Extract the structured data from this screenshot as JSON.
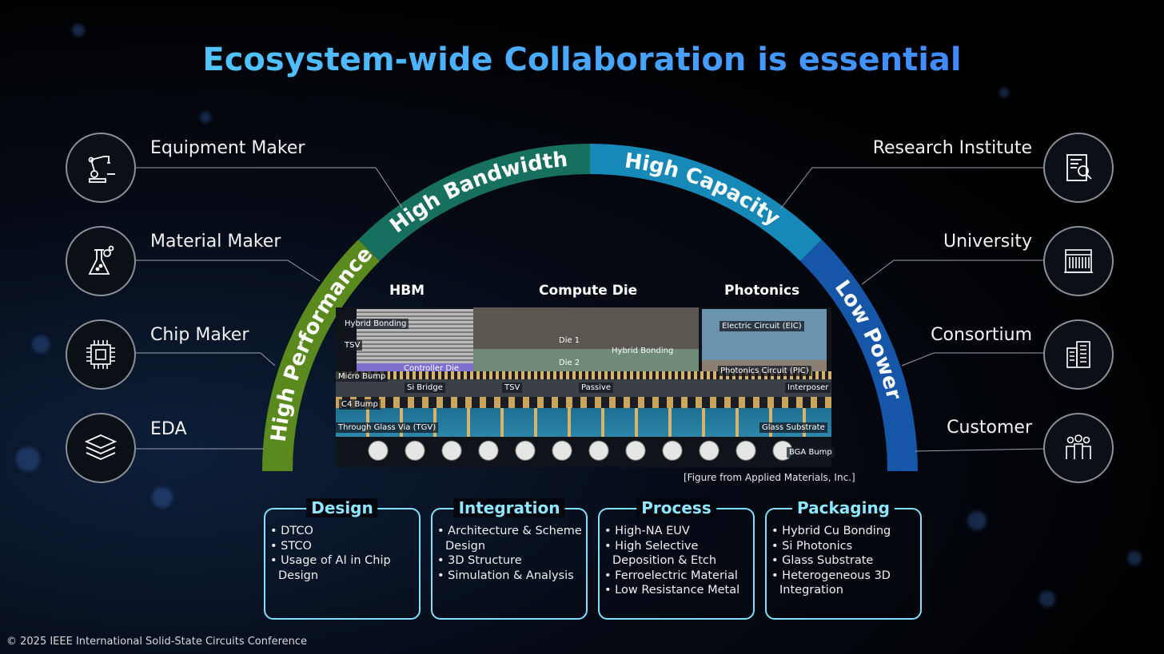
{
  "title": "Ecosystem-wide Collaboration is essential",
  "left_items": [
    {
      "label": "Equipment Maker",
      "icon": "robot-arm-icon"
    },
    {
      "label": "Material Maker",
      "icon": "flask-icon"
    },
    {
      "label": "Chip Maker",
      "icon": "chip-icon"
    },
    {
      "label": "EDA",
      "icon": "layers-icon"
    }
  ],
  "right_items": [
    {
      "label": "Research Institute",
      "icon": "document-search-icon"
    },
    {
      "label": "University",
      "icon": "university-icon"
    },
    {
      "label": "Consortium",
      "icon": "buildings-icon"
    },
    {
      "label": "Customer",
      "icon": "people-icon"
    }
  ],
  "arc_segments": [
    {
      "label": "High Performance",
      "color": "#5a8a1e"
    },
    {
      "label": "High Bandwidth",
      "color": "#17705e"
    },
    {
      "label": "High Capacity",
      "color": "#1789b8"
    },
    {
      "label": "Low Power",
      "color": "#1656a8"
    }
  ],
  "diagram": {
    "columns": [
      "HBM",
      "Compute Die",
      "Photonics"
    ],
    "labels": {
      "hybrid_bonding_hbm": "Hybrid Bonding",
      "tsv_hbm": "TSV",
      "controller_die": "Controller Die",
      "micro_bump": "Micro Bump",
      "si_bridge": "Si Bridge",
      "tsv": "TSV",
      "passive": "Passive",
      "die1": "Die 1",
      "die2": "Die 2",
      "hybrid_bonding": "Hybrid Bonding",
      "eic": "Electric Circuit (EIC)",
      "pic": "Photonics Circuit (PIC)",
      "interposer": "Interposer",
      "c4_bump": "C4 Bump",
      "tgv": "Through Glass Via (TGV)",
      "glass_substrate": "Glass Substrate",
      "bga_bump": "BGA Bump"
    },
    "credit": "[Figure from Applied Materials, Inc.]"
  },
  "boxes": [
    {
      "title": "Design",
      "items": [
        "DTCO",
        "STCO",
        "Usage of AI in Chip Design"
      ]
    },
    {
      "title": "Integration",
      "items": [
        "Architecture & Scheme Design",
        "3D Structure",
        "Simulation & Analysis"
      ]
    },
    {
      "title": "Process",
      "items": [
        "High-NA EUV",
        "High Selective Deposition & Etch",
        "Ferroelectric Material",
        "Low Resistance Metal"
      ]
    },
    {
      "title": "Packaging",
      "items": [
        "Hybrid Cu Bonding",
        "Si Photonics",
        "Glass Substrate",
        "Heterogeneous 3D Integration"
      ]
    }
  ],
  "footer": "© 2025 IEEE International Solid-State Circuits Conference"
}
